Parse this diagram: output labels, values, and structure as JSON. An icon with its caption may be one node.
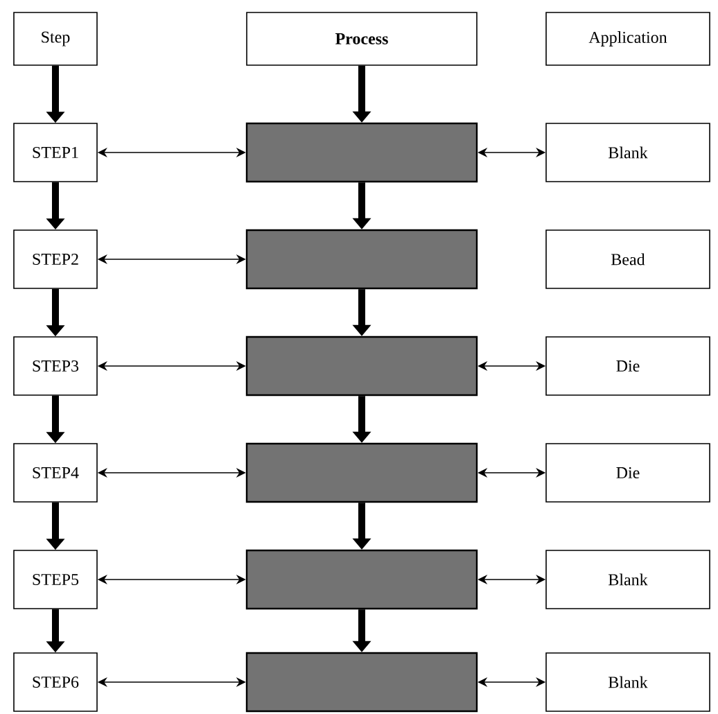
{
  "diagram": {
    "nodes": [
      {
        "text": [
          "Step"
        ]
      },
      {
        "text": [
          "**Process**"
        ]
      },
      {
        "text": [
          "Application"
        ]
      },
      {
        "text": [
          "STEP1"
        ]
      },
      {
        "text": [],
        "shape": "box"
      },
      {
        "text": [
          "Blank"
        ]
      },
      {
        "text": [
          "STEP2"
        ]
      },
      {
        "text": [],
        "shape": "box"
      },
      {
        "text": [
          "Bead"
        ]
      },
      {
        "text": [
          "STEP3"
        ]
      },
      {
        "text": [],
        "shape": "box"
      },
      {
        "text": [
          "Die"
        ]
      },
      {
        "text": [
          "STEP4"
        ]
      },
      {
        "text": [],
        "shape": "box"
      },
      {
        "text": [
          "Die"
        ]
      },
      {
        "text": [
          "STEP5"
        ]
      },
      {
        "text": [],
        "shape": "box"
      },
      {
        "text": [
          "Blank"
        ]
      },
      {
        "text": [
          "STEP6"
        ]
      },
      {
        "text": [],
        "shape": "box"
      },
      {
        "text": [
          "Blank"
        ]
      }
    ],
    "edges": [
      {
        "from": 0,
        "to": 3,
        "arrow": "to"
      },
      {
        "from": 1,
        "to": 4,
        "arrow": "to"
      },
      {
        "from": 3,
        "to": 4,
        "arrow": "both"
      },
      {
        "from": 4,
        "to": 5,
        "arrow": "both"
      },
      {
        "from": 3,
        "to": 6,
        "arrow": "to"
      },
      {
        "from": 4,
        "to": 7,
        "arrow": "to"
      },
      {
        "from": 6,
        "to": 7,
        "arrow": "both"
      },
      {
        "from": 6,
        "to": 9,
        "arrow": "to"
      },
      {
        "from": 7,
        "to": 10,
        "arrow": "to"
      },
      {
        "from": 9,
        "to": 10,
        "arrow": "both"
      },
      {
        "from": 10,
        "to": 11,
        "arrow": "both"
      },
      {
        "from": 9,
        "to": 12,
        "arrow": "to"
      },
      {
        "from": 10,
        "to": 13,
        "arrow": "to"
      },
      {
        "from": 12,
        "to": 13,
        "arrow": "both"
      },
      {
        "from": 13,
        "to": 14,
        "arrow": "both"
      },
      {
        "from": 12,
        "to": 15,
        "arrow": "to"
      },
      {
        "from": 13,
        "to": 16,
        "arrow": "to"
      },
      {
        "from": 15,
        "to": 16,
        "arrow": "both"
      },
      {
        "from": 16,
        "to": 17,
        "arrow": "both"
      },
      {
        "from": 15,
        "to": 18,
        "arrow": "to"
      },
      {
        "from": 16,
        "to": 19,
        "arrow": "to"
      },
      {
        "from": 18,
        "to": 19,
        "arrow": "both"
      },
      {
        "from": 19,
        "to": 20,
        "arrow": "both"
      }
    ]
  }
}
